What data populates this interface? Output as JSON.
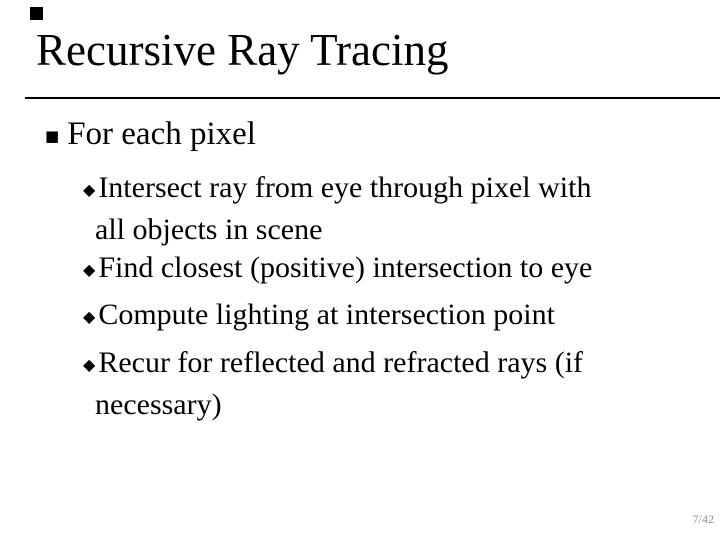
{
  "slide": {
    "title": "Recursive Ray Tracing",
    "bullets": [
      {
        "level": 1,
        "bullet": "square",
        "lines": [
          "For each pixel"
        ]
      },
      {
        "level": 2,
        "bullet": "diamond",
        "lines": [
          "Intersect ray from eye through pixel with",
          "all objects in scene"
        ]
      },
      {
        "level": 2,
        "bullet": "diamond",
        "lines": [
          "Find closest (positive) intersection to eye"
        ]
      },
      {
        "level": 2,
        "bullet": "diamond",
        "lines": [
          "Compute lighting at intersection point"
        ]
      },
      {
        "level": 2,
        "bullet": "diamond",
        "lines": [
          "Recur for reflected and refracted rays (if",
          "necessary)"
        ]
      }
    ],
    "icons": {
      "square_bullet_glyph": "■",
      "diamond_bullet_glyph": "◆"
    },
    "page_indicator": "7/42",
    "colors": {
      "background": "#ffffff",
      "text": "#000000",
      "rule": "#000000",
      "page_number": "#8f8f8f",
      "corner_marker": "#000000"
    }
  }
}
